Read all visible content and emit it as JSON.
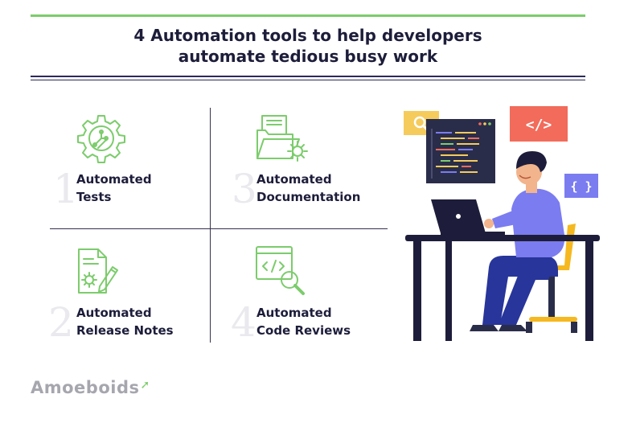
{
  "title": {
    "line1": "4 Automation tools to help developers",
    "line2": "automate tedious busy work"
  },
  "tools": [
    {
      "number": "1",
      "line1": "Automated",
      "line2": "Tests",
      "icon": "gear-circuit-icon"
    },
    {
      "number": "2",
      "line1": "Automated",
      "line2": "Release Notes",
      "icon": "document-pencil-icon"
    },
    {
      "number": "3",
      "line1": "Automated",
      "line2": "Documentation",
      "icon": "folder-gear-icon"
    },
    {
      "number": "4",
      "line1": "Automated",
      "line2": "Code Reviews",
      "icon": "code-magnifier-icon"
    }
  ],
  "illustration": {
    "code_tag": "</>",
    "braces_tag": "{ }"
  },
  "brand": {
    "name": "Amoeboids"
  },
  "colors": {
    "accent_green": "#7ccc6c",
    "navy": "#1d1d3b",
    "search_yellow": "#f5cb5c",
    "code_red": "#f26b5b",
    "shirt_blue": "#7b7cf0"
  }
}
